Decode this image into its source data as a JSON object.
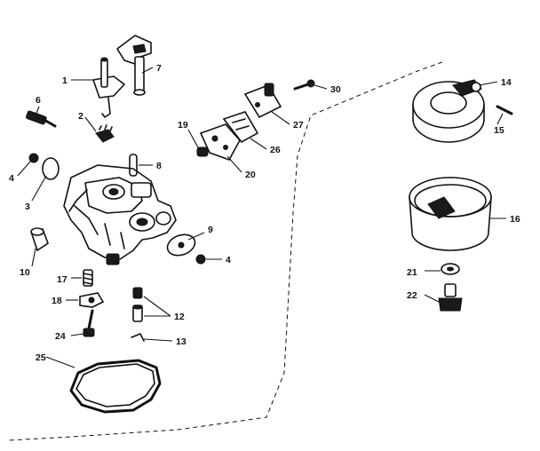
{
  "callouts": [
    {
      "id": "c1",
      "label": "1"
    },
    {
      "id": "c2",
      "label": "2"
    },
    {
      "id": "c3",
      "label": "3"
    },
    {
      "id": "c4a",
      "label": "4"
    },
    {
      "id": "c4b",
      "label": "4"
    },
    {
      "id": "c6",
      "label": "6"
    },
    {
      "id": "c7",
      "label": "7"
    },
    {
      "id": "c8",
      "label": "8"
    },
    {
      "id": "c9",
      "label": "9"
    },
    {
      "id": "c10",
      "label": "10"
    },
    {
      "id": "c12",
      "label": "12"
    },
    {
      "id": "c13",
      "label": "13"
    },
    {
      "id": "c14",
      "label": "14"
    },
    {
      "id": "c15",
      "label": "15"
    },
    {
      "id": "c16",
      "label": "16"
    },
    {
      "id": "c17",
      "label": "17"
    },
    {
      "id": "c18",
      "label": "18"
    },
    {
      "id": "c19",
      "label": "19"
    },
    {
      "id": "c20",
      "label": "20"
    },
    {
      "id": "c21",
      "label": "21"
    },
    {
      "id": "c22",
      "label": "22"
    },
    {
      "id": "c24",
      "label": "24"
    },
    {
      "id": "c25",
      "label": "25"
    },
    {
      "id": "c26",
      "label": "26"
    },
    {
      "id": "c27",
      "label": "27"
    },
    {
      "id": "c30",
      "label": "30"
    }
  ]
}
